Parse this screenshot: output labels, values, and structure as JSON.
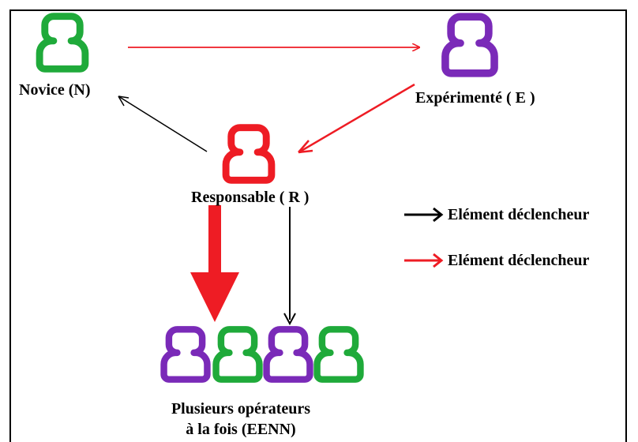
{
  "colors": {
    "green": "#1faa3a",
    "purple": "#7a2ab8",
    "red": "#ee1c24",
    "black": "#000000"
  },
  "nodes": {
    "novice": {
      "label": "Novice (N)",
      "icon": "person-icon",
      "color": "green"
    },
    "experimente": {
      "label": "Expérimenté ( E )",
      "icon": "person-icon",
      "color": "purple"
    },
    "responsable": {
      "label": "Responsable ( R )",
      "icon": "person-icon",
      "color": "red"
    },
    "plusieurs": {
      "label_line1": "Plusieurs opérateurs",
      "label_line2": "à la fois (EENN)",
      "icons": [
        "purple",
        "green",
        "purple",
        "green"
      ]
    }
  },
  "legend": [
    {
      "label": "Elément déclencheur",
      "color": "black"
    },
    {
      "label": "Elément déclencheur",
      "color": "red"
    }
  ]
}
